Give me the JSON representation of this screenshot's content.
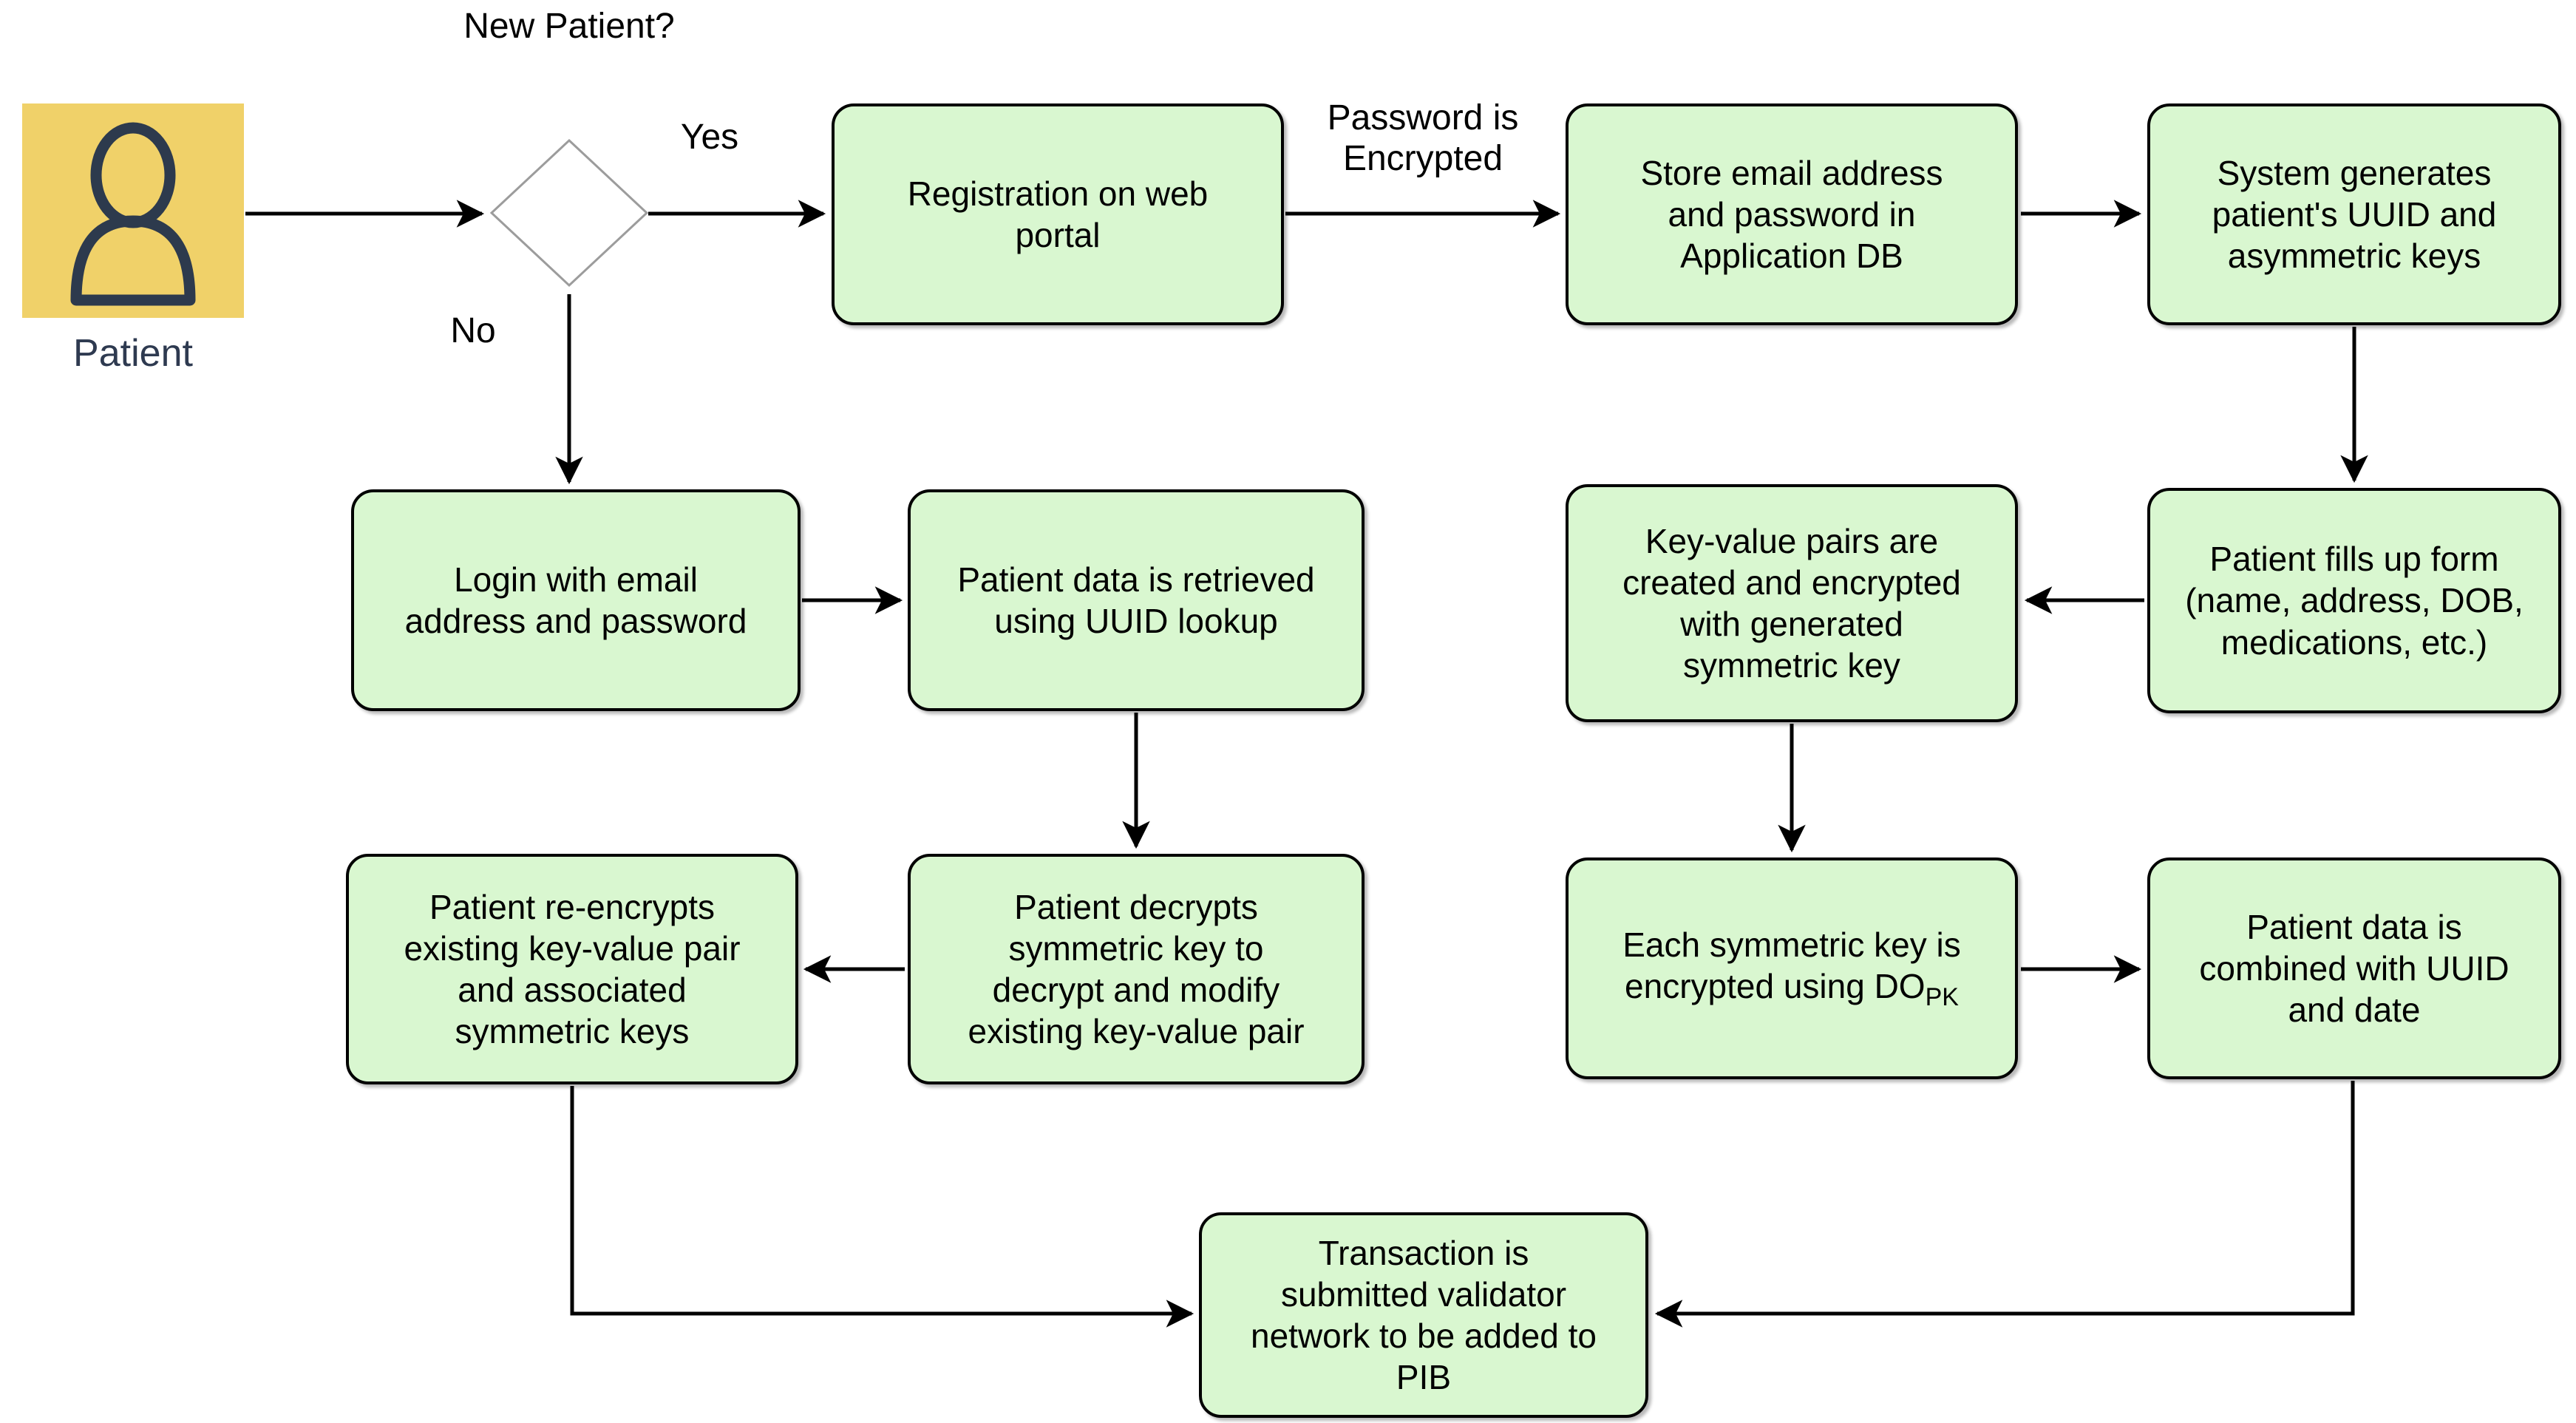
{
  "colors": {
    "node_fill": "#D9F7D0",
    "node_border": "#000000",
    "actor_fill": "#F0D169",
    "actor_icon": "#2D3A4D",
    "actor_label": "#2E3A50",
    "diamond_border": "#9C9C9C",
    "connector": "#000000",
    "background": "#FFFFFF"
  },
  "actor": {
    "label": "Patient"
  },
  "decision": {
    "question": "New Patient?",
    "yes": "Yes",
    "no": "No"
  },
  "edge_labels": {
    "password": "Password is\nEncrypted"
  },
  "nodes": {
    "registration": {
      "label": "Registration on web\nportal"
    },
    "store_email": {
      "label": "Store email address\nand password in\nApplication DB"
    },
    "system_generates": {
      "label": "System generates\npatient's UUID and\nasymmetric keys"
    },
    "login": {
      "label": "Login with email\naddress and password"
    },
    "retrieve": {
      "label": "Patient data is retrieved\nusing UUID lookup"
    },
    "key_value": {
      "label": "Key-value pairs are\ncreated and encrypted\nwith generated\nsymmetric key"
    },
    "fill_form": {
      "label": "Patient fills up form\n(name, address, DOB,\nmedications, etc.)"
    },
    "re_encrypt": {
      "label": "Patient re-encrypts\nexisting key-value pair\nand associated\nsymmetric keys"
    },
    "decrypt": {
      "label": "Patient decrypts\nsymmetric key to\ndecrypt and modify\nexisting key-value pair"
    },
    "symmetric_encrypt": {
      "label": "Each symmetric key is\nencrypted using DO",
      "subscript": "PK"
    },
    "combine": {
      "label": "Patient data is\ncombined with UUID\nand date"
    },
    "transaction": {
      "label": "Transaction is\nsubmitted validator\nnetwork to be added to\nPIB"
    }
  }
}
